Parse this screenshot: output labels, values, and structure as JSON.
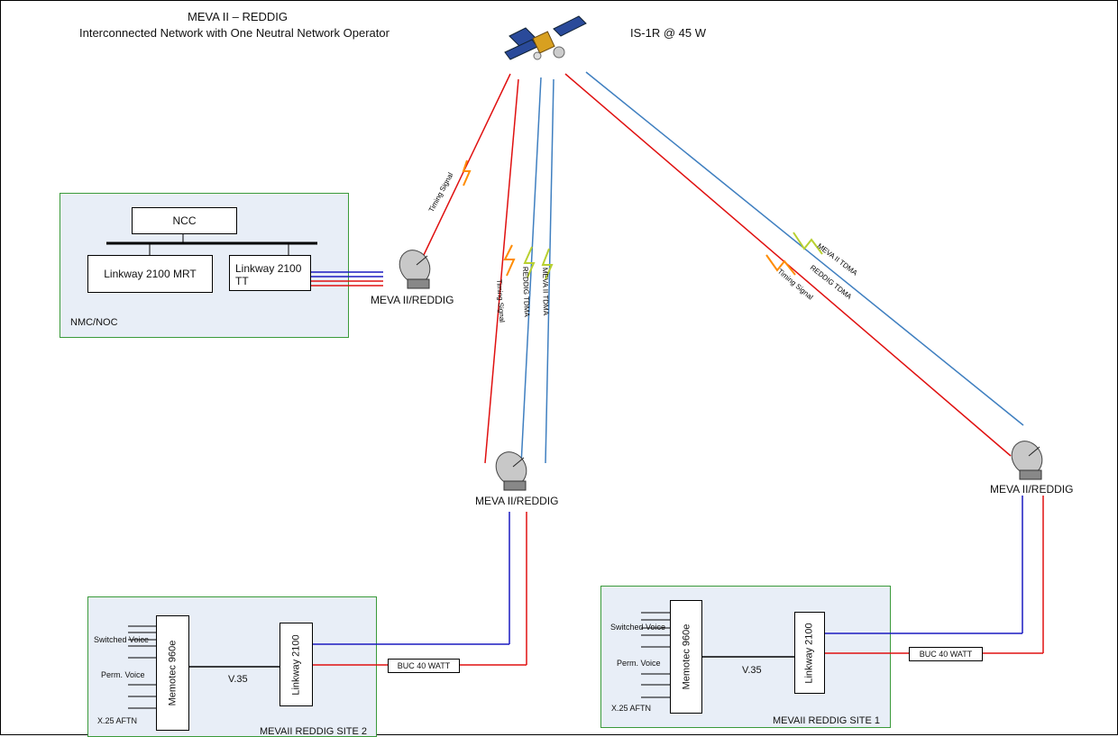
{
  "header": {
    "title": "MEVA II – REDDIG",
    "subtitle": "Interconnected Network with One Neutral Network Operator"
  },
  "satellite": {
    "label": "IS-1R @ 45 W"
  },
  "nmc": {
    "region_label": "NMC/NOC",
    "ncc": "NCC",
    "mrt": "Linkway 2100 MRT",
    "tt": "Linkway 2100 TT",
    "antenna_label": "MEVA II/REDDIG"
  },
  "links": {
    "timing_signal": "Timing Signal",
    "reddig_tdma": "REDDIG TDMA",
    "meva_tdma": "MEVA II TDMA"
  },
  "site2": {
    "region_label": "MEVAII REDDIG SITE 2",
    "antenna_label": "MEVA II/REDDIG",
    "memotec": "Memotec 960e",
    "linkway": "Linkway 2100",
    "v35": "V.35",
    "buc": "BUC 40 WATT",
    "switched_voice": "Switched Voice",
    "perm_voice": "Perm. Voice",
    "x25": "X.25 AFTN"
  },
  "site1": {
    "region_label": "MEVAII REDDIG SITE 1",
    "antenna_label": "MEVA II/REDDIG",
    "memotec": "Memotec 960e",
    "linkway": "Linkway 2100",
    "v35": "V.35",
    "buc": "BUC 40 WATT",
    "switched_voice": "Switched Voice",
    "perm_voice": "Perm. Voice",
    "x25": "X.25 AFTN"
  },
  "colors": {
    "red_line": "#e01010",
    "blue_line": "#1a1ac0",
    "light_blue_line": "#3f7fc0",
    "region_border": "#3a9a3a",
    "region_fill": "#e8eef7"
  }
}
